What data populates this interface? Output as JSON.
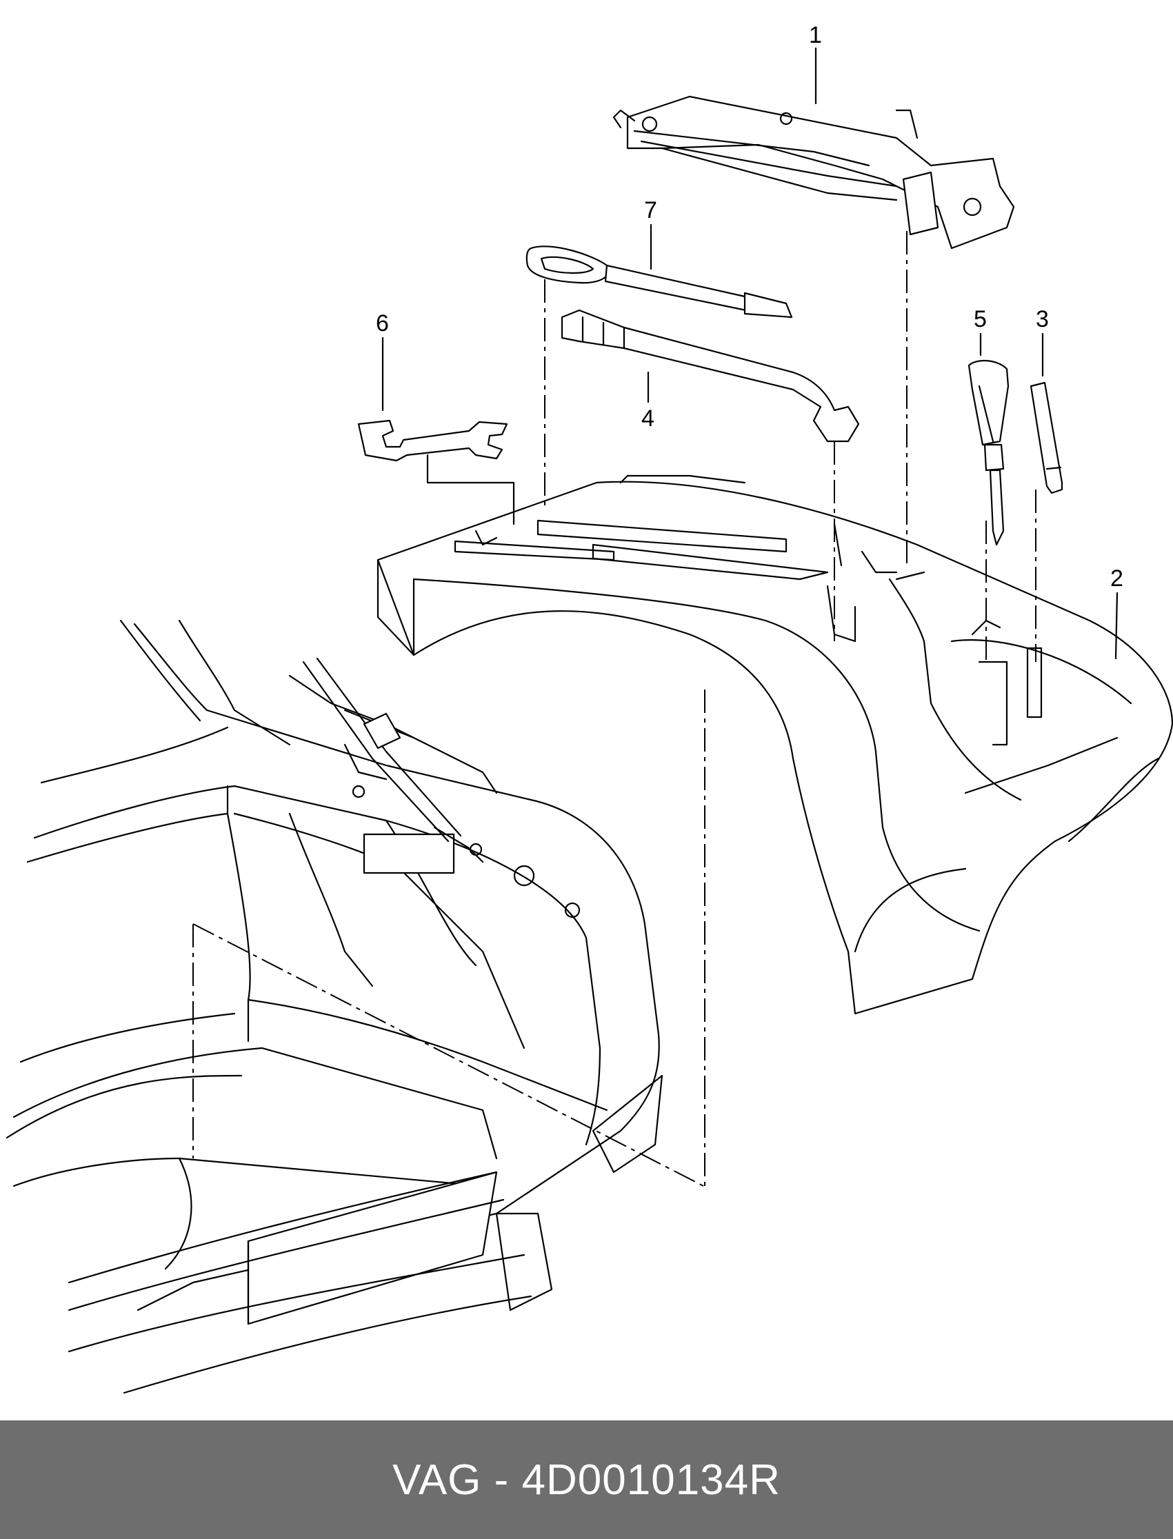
{
  "callouts": {
    "c1": "1",
    "c2": "2",
    "c3": "3",
    "c4": "4",
    "c5": "5",
    "c6": "6",
    "c7": "7"
  },
  "parts": [
    {
      "number": "1",
      "icon": "scissor-jack-icon"
    },
    {
      "number": "2",
      "icon": "tool-tray-icon"
    },
    {
      "number": "3",
      "icon": "pin-icon"
    },
    {
      "number": "4",
      "icon": "wheel-wrench-icon"
    },
    {
      "number": "5",
      "icon": "screwdriver-icon"
    },
    {
      "number": "6",
      "icon": "open-end-wrench-icon"
    },
    {
      "number": "7",
      "icon": "tow-eye-icon"
    }
  ],
  "footer": {
    "text": "VAG - 4D0010134R",
    "background": "#6e6e6e",
    "color": "#ffffff"
  }
}
